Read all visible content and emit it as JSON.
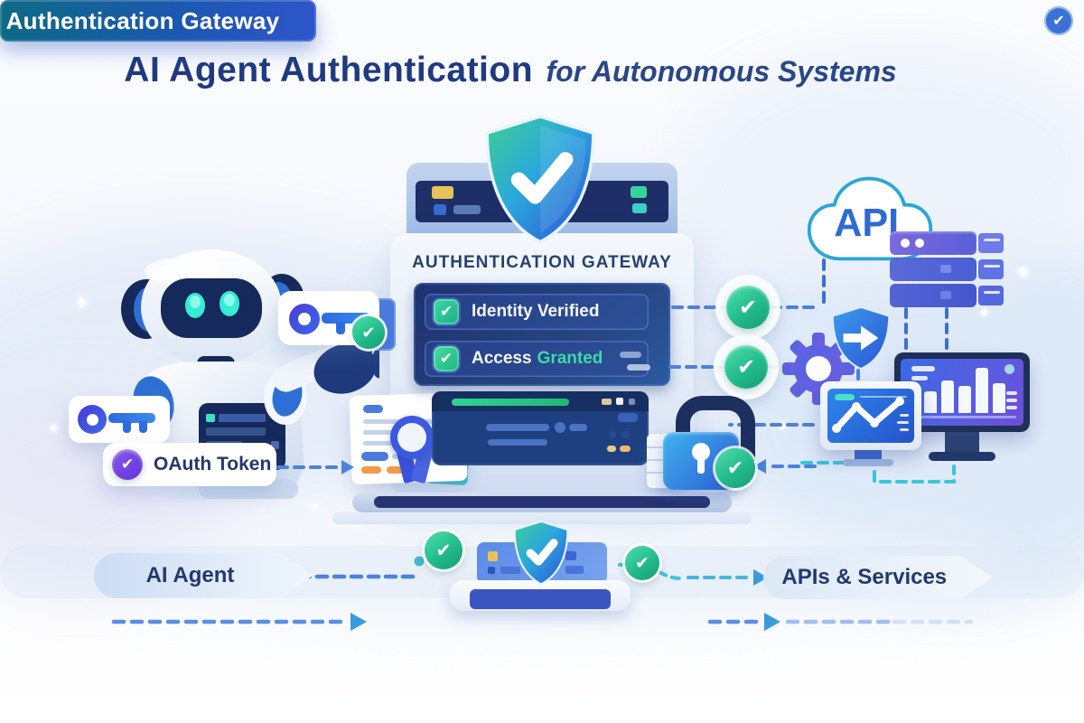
{
  "title": {
    "main": "AI Agent Authentication",
    "sub": "for Autonomous Systems"
  },
  "gateway": {
    "heading": "AUTHENTICATION GATEWAY",
    "status_rows": [
      {
        "label": "Identity Verified"
      },
      {
        "label_prefix": "Access",
        "label_suffix": "Granted"
      }
    ]
  },
  "labels": {
    "oauth_token": "OAuth Token",
    "api_cloud": "API"
  },
  "flow": {
    "agent": "AI Agent",
    "gateway_banner": "Authentication Gateway",
    "services": "APIs & Services"
  },
  "icons": {
    "check": "✔"
  },
  "icon_names": [
    "shield-check-icon",
    "key-icon",
    "lock-icon",
    "gear-icon",
    "cloud-api-icon",
    "check-badge-icon",
    "certificate-icon",
    "server-stack-icon",
    "monitor-line-chart-icon",
    "monitor-bar-chart-icon",
    "robot-illustration",
    "shield-arrow-icon"
  ],
  "colors": {
    "navy_text": "#22386e",
    "accent_blue": "#2f55d8",
    "success_green": "#27c28f",
    "granted_green": "#3ed8a8",
    "dash_blue": "#4a82dc",
    "dash_teal": "#3ec4da",
    "banner_gradient_start": "#0d6a84",
    "banner_gradient_end": "#2e55cc"
  }
}
